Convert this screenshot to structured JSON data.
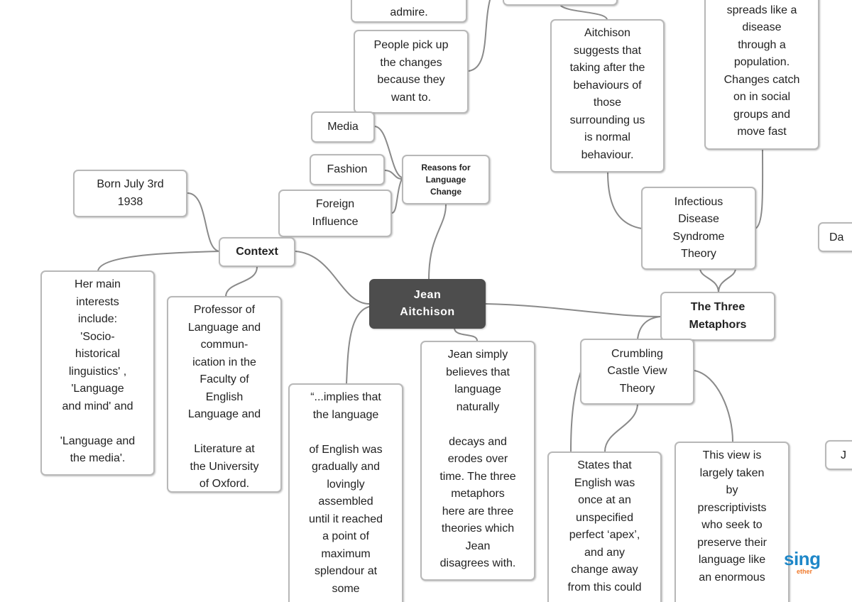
{
  "mindmap": {
    "central": "Jean\nAitchison",
    "context": {
      "title": "Context",
      "born": "Born July 3rd\n1938",
      "interests": "Her main\ninterests\ninclude:\n'Socio-\nhistorical\nlinguistics' ,\n'Language\nand mind' and\n\n'Language and\nthe media'.",
      "professor": "Professor of\nLanguage and\ncommun-\nication in the\nFaculty of\nEnglish\nLanguage and\n\nLiterature at\nthe University\nof Oxford."
    },
    "reasons": {
      "title": "Reasons for\nLanguage\nChange",
      "media": "Media",
      "fashion": "Fashion",
      "foreign": "Foreign\nInfluence",
      "admire": "admire.",
      "pickup": "People pick up\nthe changes\nbecause they\nwant to."
    },
    "quote": "“...implies that\nthe language\n\nof English was\ngradually and\nlovingly\nassembled\nuntil it reached\na point of\nmaximum\nsplendour at\nsome",
    "belief": "Jean simply\nbelieves that\nlanguage\nnaturally\n\ndecays and\nerodes over\ntime. The three\nmetaphors\nhere are three\ntheories which\nJean\ndisagrees with.",
    "metaphors": {
      "title": "The Three\nMetaphors",
      "infectious": "Infectious\nDisease\nSyndrome\nTheory",
      "aitchison_suggests": "Aitchison\nsuggests that\ntaking after the\nbehaviours of\nthose\nsurrounding us\nis normal\nbehaviour.",
      "spreads": "...ge\nspreads like a\ndisease\nthrough a\npopulation.\nChanges catch\non in social\ngroups and\nmove fast",
      "crumbling": "Crumbling\nCastle View\nTheory",
      "states": "States that\nEnglish was\nonce at an\nunspecified\nperfect ‘apex’,\nand any\nchange away\nfrom this could",
      "view": "This view is\nlargely taken\nby\nprescriptivists\nwho seek to\npreserve their\nlanguage like\nan enormous",
      "edge_da": "Da",
      "edge_j": "J"
    }
  },
  "logo": {
    "word": "sing",
    "sub": "ether"
  },
  "colors": {
    "main_fill": "#4d4d4d",
    "border": "#b8b8b8",
    "link": "#8a8a8a",
    "logo_blue": "#1e87c8",
    "logo_orange": "#f07a2c"
  }
}
